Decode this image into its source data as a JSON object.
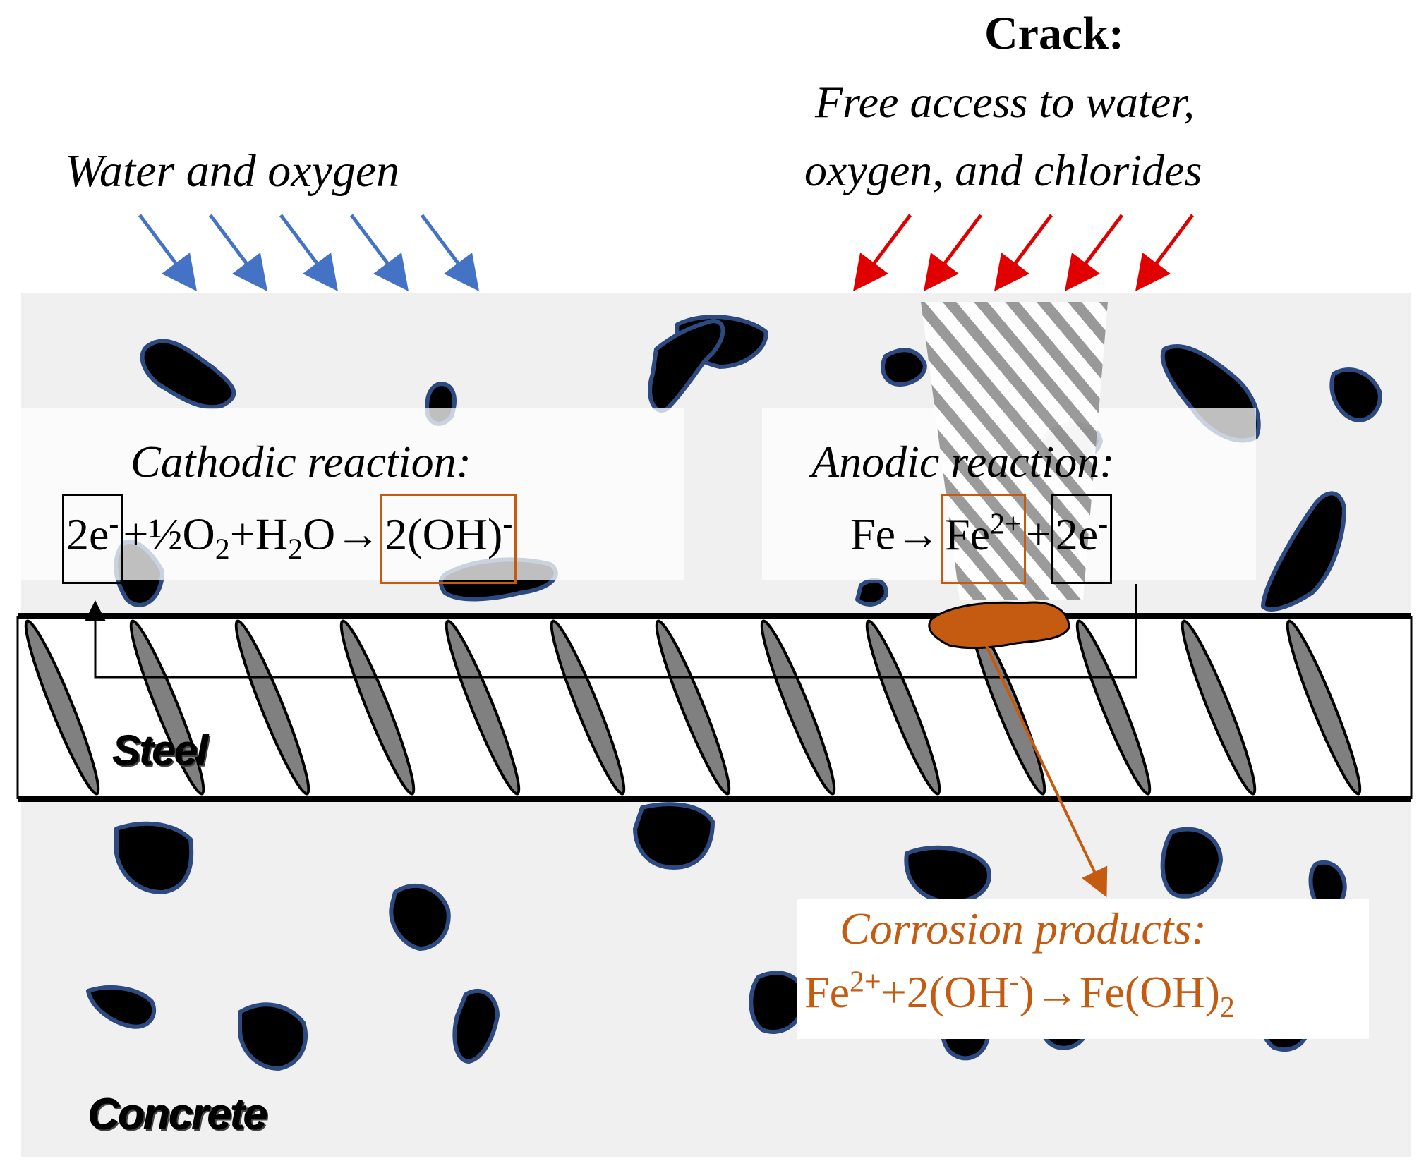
{
  "top_left": {
    "title": "Water and oxygen"
  },
  "crack": {
    "title": "Crack:",
    "line1": "Free access to water,",
    "line2": "oxygen, and chlorides"
  },
  "cathodic": {
    "heading": "Cathodic reaction:",
    "box1": "2e",
    "box1_sup": "-",
    "mid1": "+½O",
    "mid1_sub": "2",
    "mid2": "+H",
    "mid2_sub": "2",
    "mid3": "O→",
    "box2": "2(OH)",
    "box2_sup": "-"
  },
  "anodic": {
    "heading": "Anodic reaction:",
    "lead": "Fe→",
    "box1": "Fe",
    "box1_sup": "2+",
    "plus": "+",
    "box2": "2e",
    "box2_sup": "-"
  },
  "corrosion": {
    "heading": "Corrosion products:",
    "p1": "Fe",
    "p1_sup": "2+",
    "p2": "+2(OH",
    "p2_sup": "-",
    "p3": ")→Fe(OH)",
    "p3_sub": "2"
  },
  "steel_label": "Steel",
  "concrete_label": "Concrete",
  "colors": {
    "concrete": "#f0f0f0",
    "aggregate": "#000000",
    "aggregate_outline": "#2d4a80",
    "water_arrow": "#4472c4",
    "chloride_arrow": "#e00000",
    "corrosion": "#c55a11",
    "rib": "#808080"
  }
}
